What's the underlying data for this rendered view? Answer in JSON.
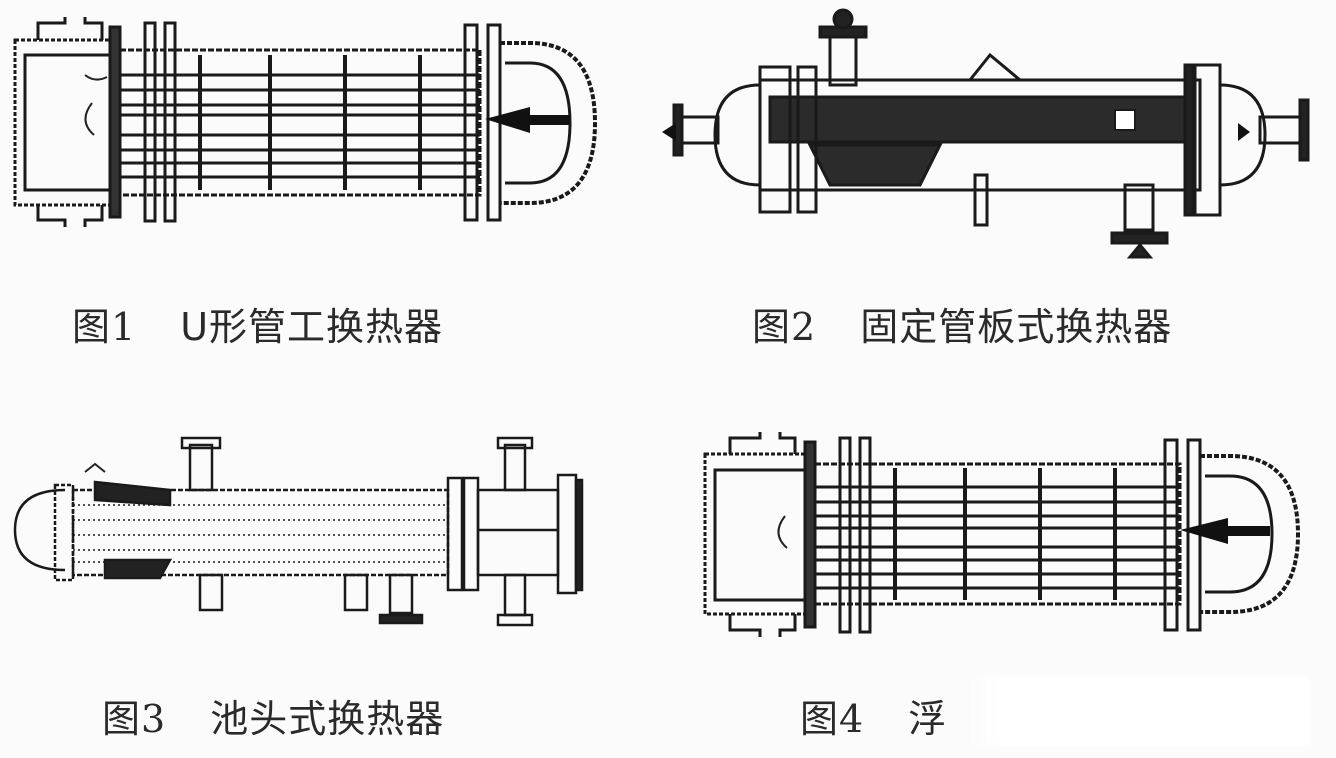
{
  "figures": [
    {
      "num": "图1",
      "title": "U形管工换热器"
    },
    {
      "num": "图2",
      "title": "固定管板式换热器"
    },
    {
      "num": "图3",
      "title": "池头式换热器"
    },
    {
      "num": "图4",
      "title": "浮"
    }
  ],
  "colors": {
    "ink": "#1a1a1a",
    "paper": "#fbfbfb",
    "hatch": "#6a6a6a"
  }
}
